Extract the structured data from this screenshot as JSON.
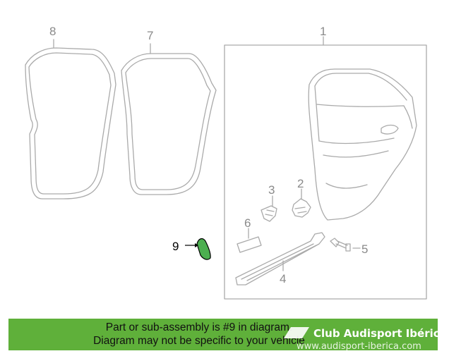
{
  "diagram": {
    "callouts": [
      "1",
      "2",
      "3",
      "4",
      "5",
      "6",
      "7",
      "8",
      "9"
    ],
    "highlight_color": "#4caf50"
  },
  "banner": {
    "line1": "Part or sub-assembly is #9 in diagram.",
    "line2": "Diagram may not be specific to your vehicle",
    "background_color": "#5fb03a"
  },
  "watermark": {
    "name": "Club Audisport Ibérica",
    "url": "www.audisport-iberica.com"
  }
}
